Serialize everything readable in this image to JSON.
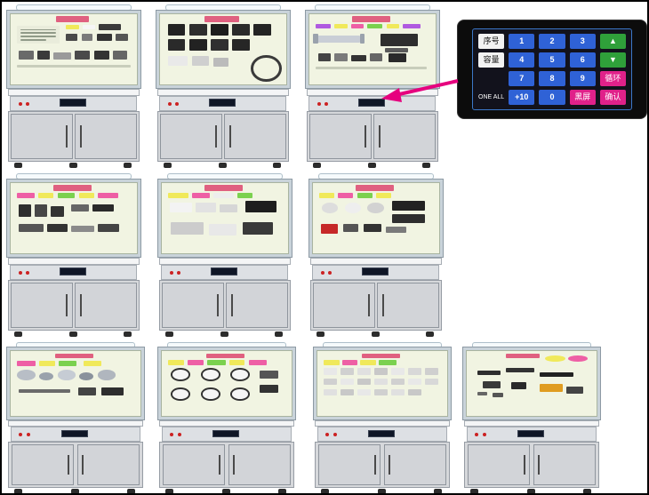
{
  "image": {
    "background": "#ffffff",
    "frame": "#000000"
  },
  "colors": {
    "board_frame": "#c9d3da",
    "board_bg": "#f1f4e2",
    "base_gray": "#d6d8db",
    "screen_dark": "#0f1626",
    "button_red": "#cc2222",
    "arrow_pink": "#e6007e",
    "title_chip": "#e06080"
  },
  "arrow": {
    "color": "#e6007e"
  },
  "keypad": {
    "panel_bg": "#0c0c0c",
    "screen_bg": "#12121c",
    "rows": [
      [
        {
          "label": "序号",
          "type": "tag"
        },
        {
          "label": "1",
          "type": "num"
        },
        {
          "label": "2",
          "type": "num"
        },
        {
          "label": "3",
          "type": "num"
        },
        {
          "label": "▲",
          "type": "green"
        }
      ],
      [
        {
          "label": "容量",
          "type": "tag"
        },
        {
          "label": "4",
          "type": "num"
        },
        {
          "label": "5",
          "type": "num"
        },
        {
          "label": "6",
          "type": "num"
        },
        {
          "label": "▼",
          "type": "green"
        }
      ],
      [
        {
          "label": "",
          "type": "blank"
        },
        {
          "label": "7",
          "type": "num"
        },
        {
          "label": "8",
          "type": "num"
        },
        {
          "label": "9",
          "type": "num"
        },
        {
          "label": "循环",
          "type": "pink"
        }
      ],
      [
        {
          "label": "ONE ALL",
          "type": "small"
        },
        {
          "label": "+10",
          "type": "num"
        },
        {
          "label": "0",
          "type": "num"
        },
        {
          "label": "黑屏",
          "type": "pink"
        },
        {
          "label": "确认",
          "type": "pink"
        }
      ]
    ]
  },
  "cabinets": [
    {
      "name": "demo-cabinet-1",
      "decor": [
        [
          36,
          3,
          26,
          8,
          "#e06080"
        ],
        [
          5,
          16,
          34,
          26,
          "#e9ecdb"
        ],
        [
          8,
          21,
          28,
          2,
          "#909a88"
        ],
        [
          8,
          26,
          28,
          2,
          "#909a88"
        ],
        [
          8,
          31,
          28,
          2,
          "#909a88"
        ],
        [
          8,
          36,
          20,
          2,
          "#909a88"
        ],
        [
          44,
          15,
          10,
          7,
          "#f0e95a"
        ],
        [
          57,
          15,
          10,
          7,
          "#f6f6f6"
        ],
        [
          70,
          14,
          17,
          9,
          "#3a3a3a"
        ],
        [
          44,
          28,
          9,
          10,
          "#4a4a4a"
        ],
        [
          56,
          28,
          9,
          10,
          "#7a7a7a"
        ],
        [
          68,
          28,
          12,
          10,
          "#333333"
        ],
        [
          83,
          28,
          10,
          10,
          "#555555"
        ],
        [
          6,
          52,
          12,
          12,
          "#6a6a6a"
        ],
        [
          21,
          52,
          10,
          12,
          "#3a3a3a"
        ],
        [
          34,
          55,
          14,
          9,
          "#9a9a9a"
        ],
        [
          51,
          52,
          12,
          12,
          "#4a4a4a"
        ],
        [
          66,
          52,
          12,
          12,
          "#333333"
        ],
        [
          81,
          52,
          11,
          12,
          "#666666"
        ],
        [
          5,
          72,
          90,
          4,
          "#c8cdbb"
        ]
      ]
    },
    {
      "name": "demo-cabinet-2",
      "decor": [
        [
          35,
          3,
          28,
          8,
          "#e06080"
        ],
        [
          6,
          14,
          14,
          16,
          "#232323"
        ],
        [
          23,
          14,
          14,
          16,
          "#2e2e2e"
        ],
        [
          40,
          14,
          14,
          16,
          "#1d1d1d"
        ],
        [
          57,
          14,
          14,
          16,
          "#2a2a2a"
        ],
        [
          74,
          14,
          14,
          16,
          "#242424"
        ],
        [
          6,
          36,
          14,
          16,
          "#2a2a2a"
        ],
        [
          23,
          36,
          14,
          16,
          "#222222"
        ],
        [
          40,
          36,
          14,
          16,
          "#303030"
        ],
        [
          57,
          36,
          14,
          16,
          "#262626"
        ],
        [
          72,
          58,
          20,
          30,
          "#3a3a3a",
          "r"
        ],
        [
          6,
          60,
          16,
          14,
          "#e9e9e9"
        ],
        [
          25,
          60,
          14,
          14,
          "#cfcfcf"
        ],
        [
          42,
          62,
          12,
          12,
          "#bbbbbb"
        ]
      ]
    },
    {
      "name": "demo-cabinet-3",
      "decor": [
        [
          34,
          3,
          30,
          8,
          "#e06080"
        ],
        [
          5,
          14,
          12,
          7,
          "#b05ae0"
        ],
        [
          20,
          14,
          10,
          7,
          "#f0e95a"
        ],
        [
          33,
          14,
          10,
          7,
          "#ee5fa5"
        ],
        [
          46,
          14,
          12,
          7,
          "#7bd14f"
        ],
        [
          61,
          14,
          10,
          7,
          "#f0e95a"
        ],
        [
          74,
          14,
          14,
          7,
          "#b05ae0"
        ],
        [
          6,
          30,
          34,
          10,
          "#c9ced6"
        ],
        [
          3,
          28,
          4,
          14,
          "#9aa2ac"
        ],
        [
          40,
          28,
          4,
          14,
          "#9aa2ac"
        ],
        [
          56,
          28,
          30,
          18,
          "#2e2e2e"
        ],
        [
          60,
          48,
          18,
          7,
          "#5a5a5a"
        ],
        [
          7,
          56,
          10,
          11,
          "#444444"
        ],
        [
          20,
          56,
          10,
          11,
          "#7a7a7a"
        ],
        [
          33,
          58,
          12,
          9,
          "#333333"
        ],
        [
          48,
          56,
          10,
          11,
          "#666666"
        ],
        [
          63,
          56,
          14,
          12,
          "#2a2a2a"
        ],
        [
          5,
          74,
          88,
          4,
          "#c8cdbb"
        ]
      ]
    },
    {
      "name": "demo-cabinet-4",
      "decor": [
        [
          34,
          3,
          30,
          8,
          "#e06080"
        ],
        [
          5,
          14,
          14,
          8,
          "#ee5fa5"
        ],
        [
          22,
          14,
          12,
          8,
          "#f0e95a"
        ],
        [
          37,
          14,
          14,
          8,
          "#7bd14f"
        ],
        [
          54,
          14,
          12,
          8,
          "#f0e95a"
        ],
        [
          69,
          14,
          16,
          8,
          "#ee5fa5"
        ],
        [
          6,
          30,
          10,
          18,
          "#2e2e2e"
        ],
        [
          19,
          30,
          10,
          18,
          "#474747"
        ],
        [
          32,
          33,
          10,
          15,
          "#333333"
        ],
        [
          48,
          30,
          14,
          11,
          "#666666"
        ],
        [
          65,
          30,
          17,
          11,
          "#2a2a2a"
        ],
        [
          6,
          58,
          20,
          12,
          "#555555"
        ],
        [
          29,
          58,
          16,
          12,
          "#333333"
        ],
        [
          48,
          61,
          18,
          9,
          "#8a8a8a"
        ],
        [
          69,
          58,
          17,
          12,
          "#444444"
        ]
      ]
    },
    {
      "name": "demo-cabinet-5",
      "decor": [
        [
          34,
          3,
          30,
          8,
          "#e06080"
        ],
        [
          5,
          14,
          16,
          8,
          "#f0e95a"
        ],
        [
          24,
          14,
          14,
          8,
          "#ee5fa5"
        ],
        [
          41,
          14,
          16,
          8,
          "#ededed"
        ],
        [
          60,
          14,
          12,
          8,
          "#7bd14f"
        ],
        [
          66,
          26,
          25,
          16,
          "#1e1e1e"
        ],
        [
          6,
          28,
          18,
          14,
          "#f3f3f3"
        ],
        [
          27,
          28,
          16,
          14,
          "#e2e2e2"
        ],
        [
          46,
          30,
          14,
          12,
          "#d6d6d6"
        ],
        [
          7,
          56,
          26,
          18,
          "#cccccc"
        ],
        [
          37,
          58,
          22,
          16,
          "#e8e8e8"
        ],
        [
          64,
          56,
          24,
          18,
          "#3a3a3a"
        ]
      ]
    },
    {
      "name": "demo-cabinet-6",
      "decor": [
        [
          34,
          3,
          30,
          8,
          "#e06080"
        ],
        [
          5,
          14,
          12,
          8,
          "#f0e95a"
        ],
        [
          20,
          14,
          12,
          8,
          "#ee5fa5"
        ],
        [
          35,
          14,
          12,
          8,
          "#7bd14f"
        ],
        [
          50,
          14,
          12,
          8,
          "#f0e95a"
        ],
        [
          7,
          28,
          13,
          15,
          "#dddddd",
          "c"
        ],
        [
          25,
          28,
          13,
          15,
          "#eeeeee",
          "c"
        ],
        [
          43,
          28,
          13,
          15,
          "#d2d2d2",
          "c"
        ],
        [
          63,
          26,
          26,
          13,
          "#222222"
        ],
        [
          63,
          44,
          26,
          13,
          "#2e2e2e"
        ],
        [
          6,
          58,
          14,
          14,
          "#c62828"
        ],
        [
          24,
          58,
          12,
          12,
          "#555555"
        ],
        [
          40,
          58,
          14,
          12,
          "#333333"
        ],
        [
          58,
          62,
          16,
          9,
          "#7a7a7a"
        ]
      ]
    },
    {
      "name": "demo-cabinet-7",
      "decor": [
        [
          34,
          3,
          30,
          8,
          "#e06080"
        ],
        [
          5,
          14,
          14,
          8,
          "#ee5fa5"
        ],
        [
          22,
          14,
          12,
          8,
          "#f0e95a"
        ],
        [
          37,
          14,
          14,
          8,
          "#7bd14f"
        ],
        [
          56,
          14,
          14,
          8,
          "#f0e95a"
        ],
        [
          5,
          28,
          14,
          16,
          "#b8bec6",
          "c"
        ],
        [
          22,
          32,
          11,
          13,
          "#9aa2ac",
          "c"
        ],
        [
          36,
          28,
          14,
          16,
          "#c6ccd4",
          "c"
        ],
        [
          53,
          32,
          11,
          13,
          "#8a929c",
          "c"
        ],
        [
          67,
          28,
          14,
          16,
          "#b0b6be",
          "c"
        ],
        [
          6,
          58,
          40,
          6,
          "#6a6a6a"
        ],
        [
          52,
          56,
          14,
          12,
          "#444444"
        ],
        [
          70,
          56,
          17,
          12,
          "#2e2e2e"
        ]
      ]
    },
    {
      "name": "demo-cabinet-8",
      "decor": [
        [
          34,
          3,
          30,
          8,
          "#e06080"
        ],
        [
          5,
          13,
          12,
          8,
          "#f0e95a"
        ],
        [
          20,
          13,
          12,
          8,
          "#ee5fa5"
        ],
        [
          35,
          13,
          14,
          8,
          "#7bd14f"
        ],
        [
          52,
          13,
          12,
          8,
          "#f0e95a"
        ],
        [
          67,
          13,
          14,
          8,
          "#ee5fa5"
        ],
        [
          7,
          26,
          15,
          20,
          "#f5f5f5",
          "g"
        ],
        [
          30,
          26,
          15,
          20,
          "#f5f5f5",
          "g"
        ],
        [
          53,
          26,
          15,
          20,
          "#f5f5f5",
          "g"
        ],
        [
          7,
          56,
          15,
          20,
          "#f5f5f5",
          "g"
        ],
        [
          30,
          56,
          15,
          20,
          "#f5f5f5",
          "g"
        ],
        [
          53,
          56,
          15,
          20,
          "#f5f5f5",
          "g"
        ],
        [
          75,
          30,
          15,
          12,
          "#555555"
        ],
        [
          75,
          52,
          15,
          12,
          "#333333"
        ]
      ]
    },
    {
      "name": "demo-cabinet-9",
      "decor": [
        [
          34,
          3,
          30,
          8,
          "#e06080"
        ],
        [
          5,
          13,
          12,
          8,
          "#f0e95a"
        ],
        [
          19,
          13,
          12,
          8,
          "#ee5fa5"
        ],
        [
          33,
          13,
          12,
          8,
          "#f0e95a"
        ],
        [
          47,
          13,
          14,
          8,
          "#7bd14f"
        ],
        [
          5,
          26,
          10,
          10,
          "#e8e8e8"
        ],
        [
          18,
          26,
          10,
          10,
          "#d0d0d0"
        ],
        [
          31,
          26,
          10,
          10,
          "#e0e0e0"
        ],
        [
          44,
          26,
          10,
          10,
          "#c8c8c8"
        ],
        [
          57,
          26,
          10,
          10,
          "#e8e8e8"
        ],
        [
          70,
          26,
          10,
          10,
          "#d8d8d8"
        ],
        [
          83,
          26,
          10,
          10,
          "#cfcfcf"
        ],
        [
          5,
          42,
          10,
          10,
          "#d0d0d0"
        ],
        [
          18,
          42,
          10,
          10,
          "#e8e8e8"
        ],
        [
          31,
          42,
          10,
          10,
          "#c8c8c8"
        ],
        [
          44,
          42,
          10,
          10,
          "#e0e0e0"
        ],
        [
          57,
          42,
          10,
          10,
          "#d0d0d0"
        ],
        [
          70,
          42,
          10,
          10,
          "#e8e8e8"
        ],
        [
          83,
          42,
          10,
          10,
          "#d8d8d8"
        ],
        [
          5,
          58,
          10,
          10,
          "#e0e0e0"
        ],
        [
          18,
          58,
          10,
          10,
          "#c8c8c8"
        ],
        [
          31,
          58,
          10,
          10,
          "#e8e8e8"
        ],
        [
          44,
          58,
          10,
          10,
          "#d0d0d0"
        ],
        [
          57,
          58,
          10,
          10,
          "#e0e0e0"
        ],
        [
          70,
          58,
          10,
          10,
          "#c8c8c8"
        ]
      ]
    },
    {
      "name": "demo-cabinet-10",
      "decor": [
        [
          30,
          3,
          26,
          8,
          "#e06080"
        ],
        [
          60,
          6,
          16,
          10,
          "#f0e95a",
          "e"
        ],
        [
          78,
          6,
          15,
          10,
          "#ee5fa5",
          "e"
        ],
        [
          8,
          30,
          18,
          7,
          "#2e2e2e"
        ],
        [
          30,
          26,
          22,
          6,
          "#333333"
        ],
        [
          56,
          32,
          26,
          7,
          "#222222"
        ],
        [
          12,
          46,
          14,
          11,
          "#3a3a3a"
        ],
        [
          34,
          48,
          12,
          10,
          "#2a2a2a"
        ],
        [
          56,
          50,
          18,
          13,
          "#e09c20"
        ],
        [
          77,
          54,
          13,
          11,
          "#444444"
        ],
        [
          8,
          62,
          8,
          6,
          "#666666"
        ],
        [
          20,
          64,
          8,
          6,
          "#555555"
        ]
      ]
    }
  ]
}
